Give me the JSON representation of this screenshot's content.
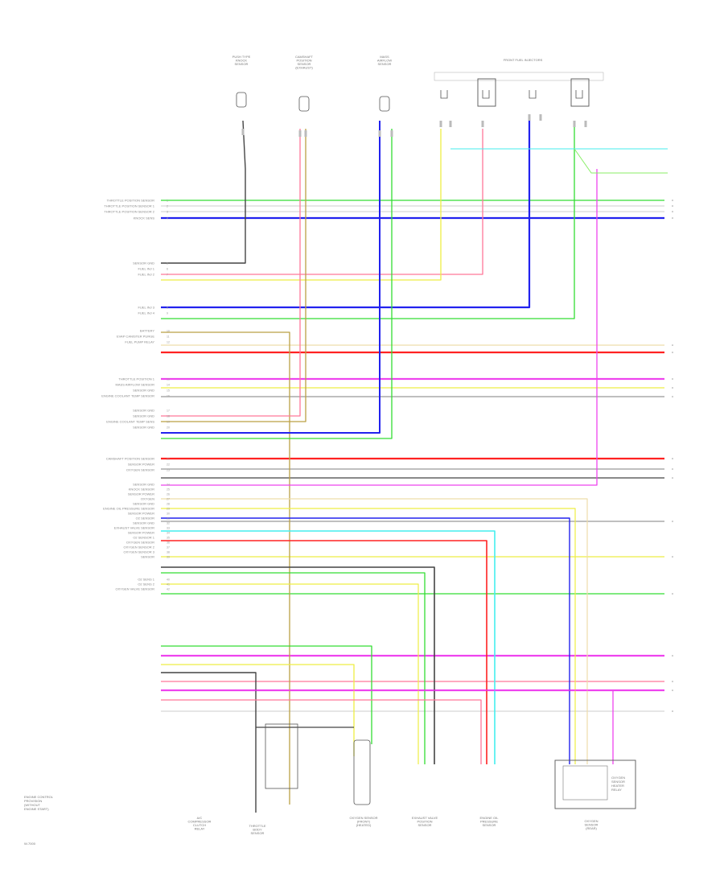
{
  "title_block": [
    "ENGINE CONTROL",
    "PROVISION",
    "(WITHOUT",
    "ENGINE START)"
  ],
  "figure_code": "W-7000",
  "wire_colors": {
    "GRN": "#33dd33",
    "WHT": "#d6d6d6",
    "BLU": "#2222ee",
    "BLK": "#444444",
    "YEL": "#eeee44",
    "PNK": "#ff7799",
    "RED": "#ff2222",
    "BRN": "#bba044",
    "LTGRN": "#88ee66",
    "LTBLU": "#44eeee",
    "VIO": "#ee44ee",
    "GRY": "#999999",
    "TAN": "#eeddaa"
  },
  "top_components": [
    {
      "id": "c1",
      "label": [
        "PUSH TYPE",
        "KNOCK",
        "SENSOR"
      ]
    },
    {
      "id": "c2",
      "label": [
        "CAMSHAFT",
        "POSITION",
        "SENSOR",
        "(EXHAUST)"
      ]
    },
    {
      "id": "c3",
      "label": [
        "MASS",
        "AIRFLOW",
        "SENSOR"
      ]
    },
    {
      "id": "c4",
      "label": [
        "FRONT FUEL INJECTORS"
      ]
    }
  ],
  "left_pin_labels": [
    "THROTTLE POSITION SENSOR",
    "THROTTLE POSITION SENSOR 1",
    "THROTTLE POSITION SENSOR 2",
    "KNOCK SENS",
    "SENSOR GND",
    "FUEL INJ 1",
    "FUEL INJ 2",
    "FUEL INJ 3",
    "FUEL INJ 4",
    "BATTERY",
    "EVAP CANISTER PURGE",
    "FUEL PUMP RELAY",
    "THROTTLE POSITION 1",
    "MASS AIRFLOW SENSOR",
    "SENSOR GND",
    "ENGINE COOLANT TEMP SENSOR",
    "SENSOR GND",
    "SENSOR GND",
    "ENGINE COOLANT TEMP SENS",
    "SENSOR GND",
    "CAMSHAFT POSITION SENSOR",
    "SENSOR POWER",
    "OXYGEN SENSOR",
    "SENSOR GND",
    "KNOCK SENSOR",
    "SENSOR POWER",
    "OXYGEN",
    "SENSOR GND",
    "ENGINE OIL PRESSURE SENSOR",
    "SENSOR POWER",
    "O2 SENSOR",
    "SENSOR GND",
    "EXHAUST VALVE SENSOR",
    "SENSOR POWER",
    "O2 SENSOR 1",
    "OXYGEN SENSOR",
    "OXYGEN SENSOR 2",
    "OXYGEN SENSOR 3",
    "SENSOR",
    "O2 SENS 1",
    "O2 SENS 2",
    "OXYGEN VALVE SENSOR"
  ],
  "bottom_components": [
    {
      "id": "b1",
      "label": [
        "A/C",
        "COMPRESSOR",
        "CLUTCH",
        "RELAY"
      ]
    },
    {
      "id": "b2",
      "label": [
        "THROTTLE",
        "BODY",
        "SENSOR"
      ]
    },
    {
      "id": "b3",
      "label": [
        "OXYGEN SENSOR",
        "(FRONT)",
        "(HEATED)"
      ]
    },
    {
      "id": "b4",
      "label": [
        "EXHAUST VALVE",
        "POSITION",
        "SENSOR"
      ]
    },
    {
      "id": "b5",
      "label": [
        "ENGINE OIL",
        "PRESSURE",
        "SENSOR"
      ]
    },
    {
      "id": "b6",
      "label": [
        "OXYGEN",
        "SENSOR",
        "(REAR)"
      ]
    }
  ],
  "side_note": [
    "OXYGEN",
    "SENSOR",
    "HEATER",
    "RELAY"
  ]
}
